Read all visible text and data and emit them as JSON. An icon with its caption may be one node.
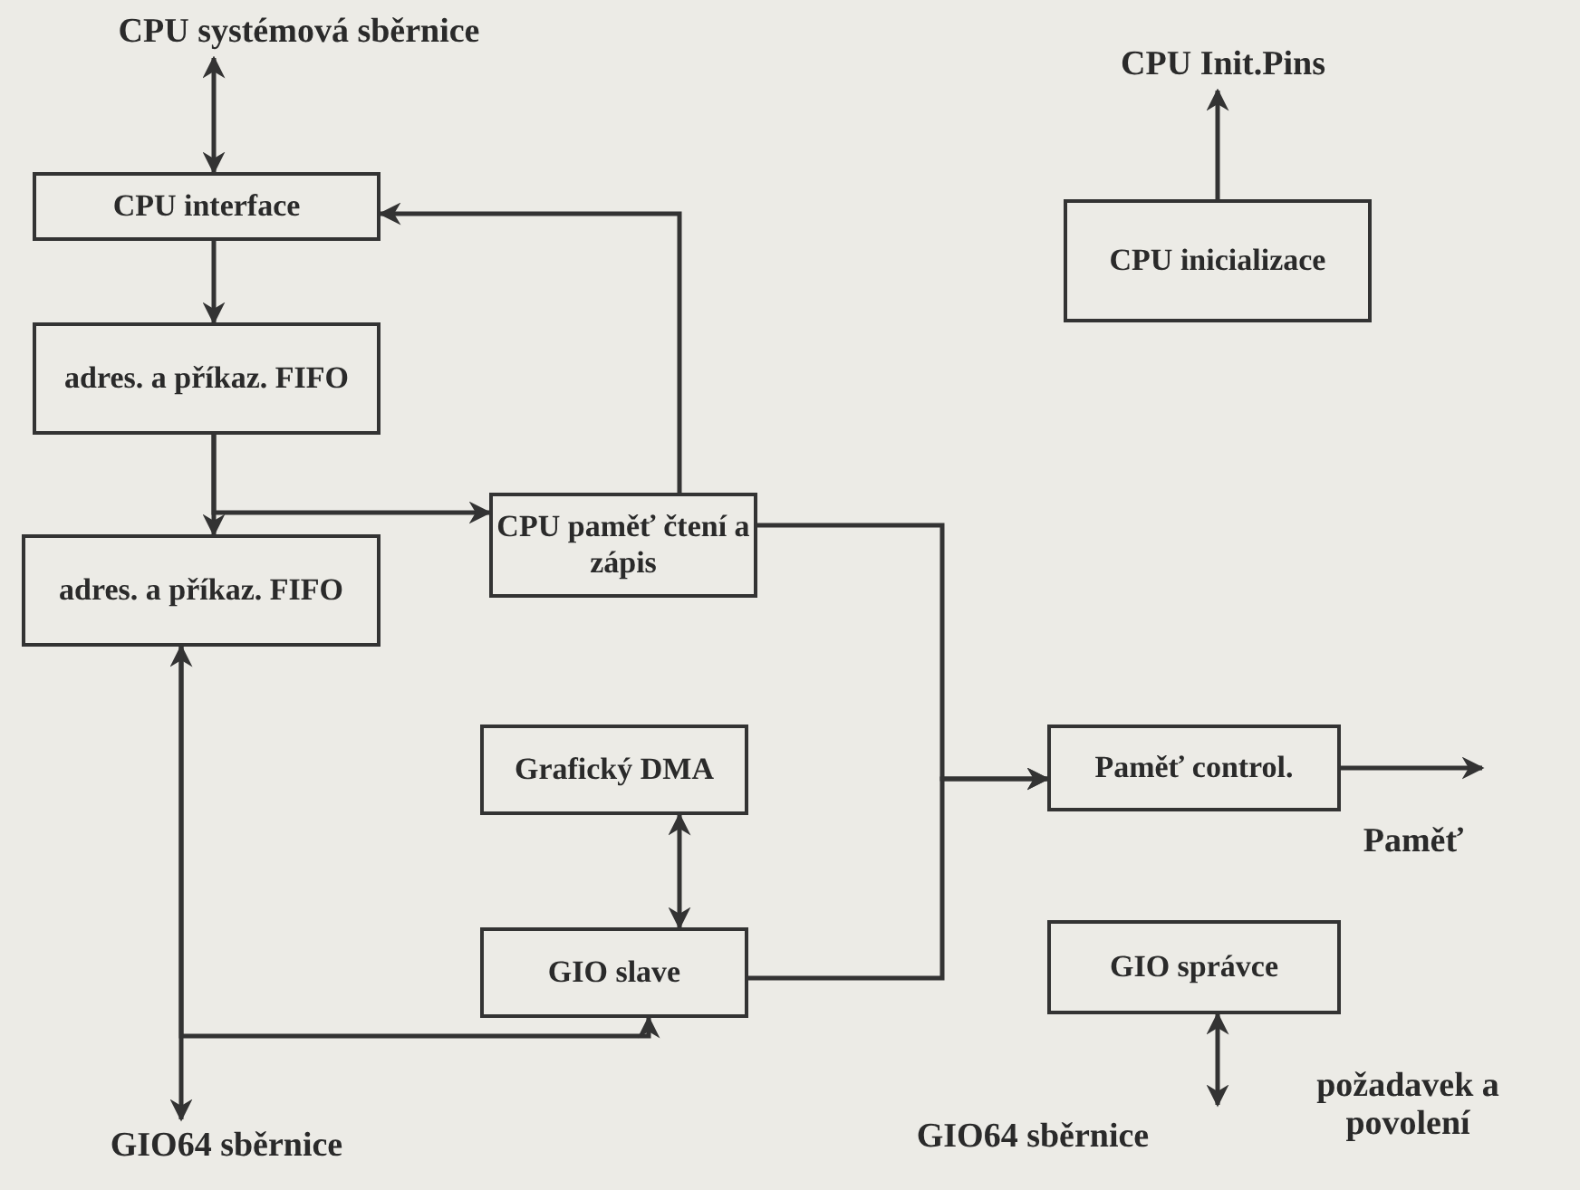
{
  "diagram": {
    "nodes": [
      {
        "text": [
          "CPU systémová sběrnice"
        ]
      },
      {
        "text": [
          "CPU interface"
        ]
      },
      {
        "text": [
          "adres. a příkaz. FIFO"
        ]
      },
      {
        "text": [
          "adres. a příkaz. FIFO"
        ]
      },
      {
        "text": [
          "CPU paměť čtení a zápis"
        ]
      },
      {
        "text": [
          "Grafický DMA"
        ]
      },
      {
        "text": [
          "GIO slave"
        ]
      },
      {
        "text": [
          "Paměť control."
        ]
      },
      {
        "text": [
          "GIO správce"
        ]
      },
      {
        "text": [
          "CPU Init.Pins"
        ]
      },
      {
        "text": [
          "CPU inicializace"
        ]
      },
      {
        "text": [
          "GIO64 sběrnice"
        ]
      }
    ],
    "edges": [
      {
        "from": 0,
        "to": 1,
        "arrow": "both"
      },
      {
        "from": 1,
        "to": 2,
        "arrow": "to"
      },
      {
        "from": 2,
        "to": 3,
        "arrow": "to"
      },
      {
        "from": 2,
        "to": 4,
        "arrow": "to"
      },
      {
        "from": 4,
        "to": 1,
        "arrow": "to"
      },
      {
        "from": 4,
        "to": 7,
        "arrow": "to"
      },
      {
        "from": 6,
        "to": 7,
        "arrow": "to"
      },
      {
        "from": 5,
        "to": 6,
        "arrow": "both"
      },
      {
        "from": 3,
        "to": 11,
        "arrow": "both"
      },
      {
        "from": 3,
        "to": 6,
        "arrow": "to"
      },
      {
        "from": 7,
        "to": null,
        "arrow": "to"
      },
      {
        "from": 10,
        "to": 9,
        "arrow": "to"
      },
      {
        "from": 8,
        "to": null,
        "arrow": "both"
      }
    ],
    "labels": [
      "Paměť",
      "GIO64 sběrnice",
      "požadavek a povolení"
    ]
  }
}
